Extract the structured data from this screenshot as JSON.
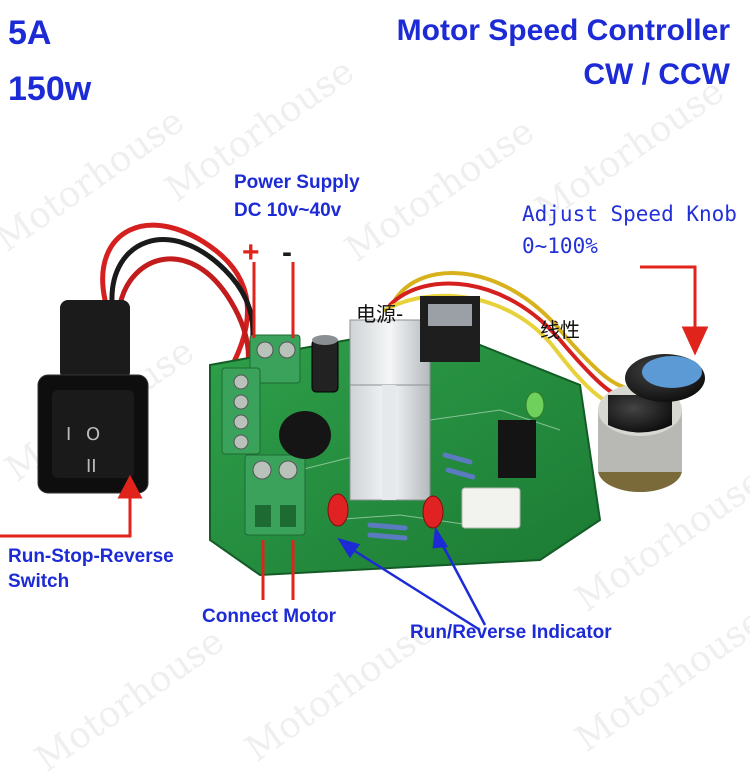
{
  "watermark": "Motorhouse",
  "rating": {
    "current": "5A",
    "power": "150w"
  },
  "title": {
    "line1": "Motor Speed Controller",
    "line2": "CW / CCW"
  },
  "power_supply": {
    "line1": "Power Supply",
    "line2": "DC 10v~40v",
    "plus": "+",
    "minus": "-"
  },
  "knob": {
    "line1": "Adjust Speed Knob",
    "line2": "0~100%"
  },
  "board_text": {
    "power_cn": "电源-",
    "linear_cn": "线性"
  },
  "switch": {
    "line1": "Run-Stop-Reverse",
    "line2": "Switch"
  },
  "motor": {
    "label": "Connect Motor"
  },
  "indicator": {
    "label": "Run/Reverse Indicator"
  },
  "colors": {
    "label_blue": "#1d2bd6",
    "arrow_red": "#e0231b",
    "arrow_blue": "#1d2bd6",
    "board_green": "#1f8a3a"
  }
}
